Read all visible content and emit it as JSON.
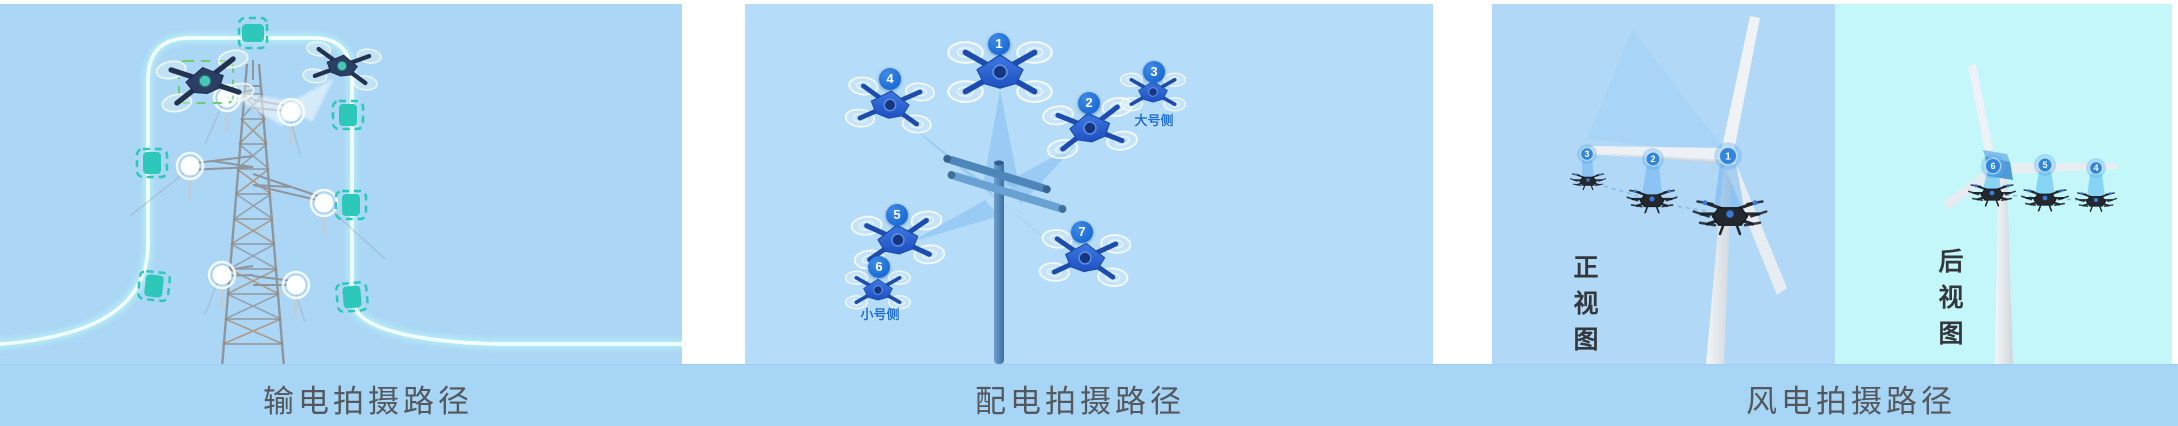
{
  "captions": {
    "transmission": "输电拍摄路径",
    "distribution": "配电拍摄路径",
    "wind": "风电拍摄路径"
  },
  "distribution": {
    "drones": [
      {
        "num": "1",
        "label": ""
      },
      {
        "num": "2",
        "label": ""
      },
      {
        "num": "3",
        "label": "大号侧"
      },
      {
        "num": "4",
        "label": ""
      },
      {
        "num": "5",
        "label": ""
      },
      {
        "num": "6",
        "label": "小号侧"
      },
      {
        "num": "7",
        "label": ""
      }
    ]
  },
  "wind": {
    "front_view_label": "正视图",
    "rear_view_label": "后视图",
    "front_markers": {
      "hub": "1",
      "mid": "2",
      "tip": "3"
    },
    "rear_markers": {
      "hub": "6",
      "mid": "5",
      "tip": "4"
    }
  },
  "colors": {
    "panel_transmission_bg": "#abd6f5",
    "panel_distribution_bg": "#b5dcf8",
    "panel_wind_front_bg": "#b2d8f7",
    "panel_wind_rear_bg": "#c3f7fa",
    "caption_strip_bg": "#a6d5f5",
    "caption_text": "#54585c",
    "waypoint_teal": "#2ec8ba",
    "flight_path_white": "#f4ffff",
    "drone_blue": "#2d66d6",
    "badge_blue": "#1b6cd6",
    "wind_marker_blue": "#2f86dc"
  }
}
